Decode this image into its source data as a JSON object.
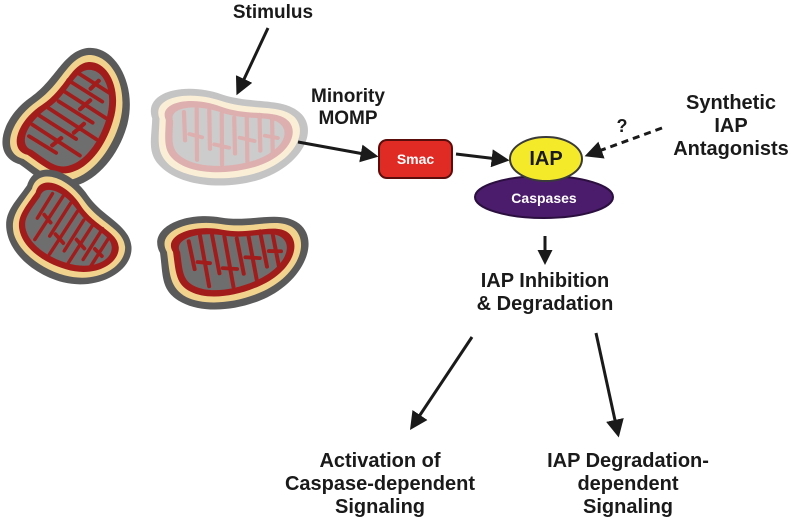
{
  "labels": {
    "stimulus": "Stimulus",
    "minority_momp": [
      "Minority",
      "MOMP"
    ],
    "synthetic_iap": [
      "Synthetic",
      "IAP",
      "Antagonists"
    ],
    "question_mark": "?",
    "iap_inhibition": [
      "IAP Inhibition",
      "& Degradation"
    ],
    "activation": [
      "Activation of",
      "Caspase-dependent",
      "Signaling"
    ],
    "iap_degradation": [
      "IAP Degradation-",
      "dependent",
      "Signaling"
    ]
  },
  "nodes": {
    "smac": "Smac",
    "iap": "IAP",
    "caspases": "Caspases"
  },
  "colors": {
    "smac_fill": "#e02a24",
    "iap_fill": "#f4ea2a",
    "caspases_fill": "#4b1c6b",
    "mito_outer": "#5a5a5a",
    "mito_membrane": "#f1d38d",
    "mito_matrix": "#a31c1c",
    "mito_cristae": "#6e6e6e",
    "arrow": "#1a1a1a"
  }
}
